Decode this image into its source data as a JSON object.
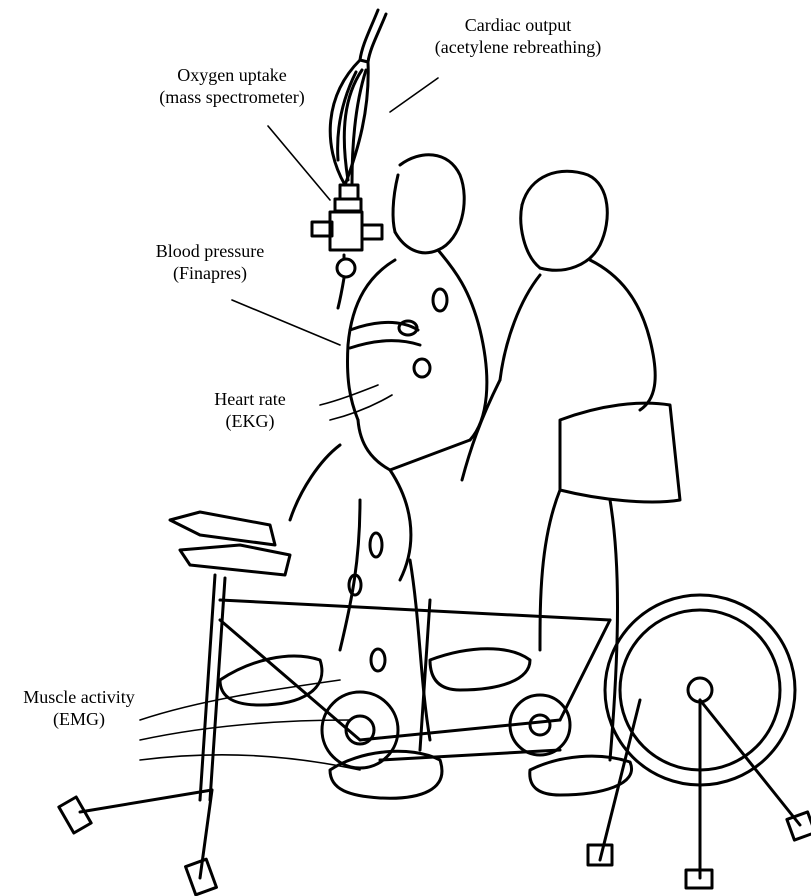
{
  "labels": {
    "cardiac_output": {
      "line1": "Cardiac output",
      "line2": "(acetylene rebreathing)"
    },
    "oxygen_uptake": {
      "line1": "Oxygen uptake",
      "line2": "(mass spectrometer)"
    },
    "blood_pressure": {
      "line1": "Blood pressure",
      "line2": "(Finapres)"
    },
    "heart_rate": {
      "line1": "Heart rate",
      "line2": "(EKG)"
    },
    "muscle_activity": {
      "line1": "Muscle activity",
      "line2": "(EMG)"
    }
  },
  "colors": {
    "ink": "#000000",
    "paper": "#ffffff"
  },
  "icons": [
    "breathing-bag-icon",
    "valve-icon",
    "tandem-bicycle-icon",
    "flywheel-icon"
  ]
}
